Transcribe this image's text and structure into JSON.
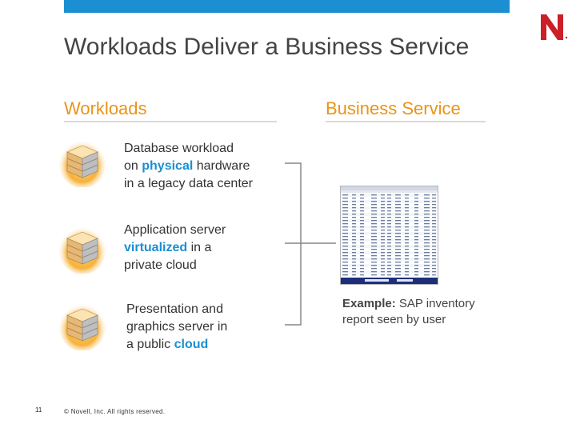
{
  "colors": {
    "accent_blue": "#1b8fd1",
    "heading_orange": "#e8941a",
    "logo_red": "#cc1f27"
  },
  "logo": {
    "icon": "novell-n-logo",
    "letter": "N"
  },
  "slide": {
    "title": "Workloads Deliver a Business Service",
    "left_heading": "Workloads",
    "right_heading": "Business Service"
  },
  "workloads": [
    {
      "icon": "server-stack-icon",
      "line1": "Database workload",
      "line2_pre": "on ",
      "line2_hl": "physical",
      "line2_post": " hardware",
      "line3": "in a legacy data center"
    },
    {
      "icon": "server-stack-icon",
      "line1": "Application server",
      "line2_hl": "virtualized",
      "line2_post": " in a",
      "line3": "private cloud"
    },
    {
      "icon": "server-stack-icon",
      "line1": "Presentation and",
      "line2": "graphics server in",
      "line3_pre": "a public ",
      "line3_hl": "cloud"
    }
  ],
  "report": {
    "icon": "sap-report-screenshot",
    "rows": 26
  },
  "example": {
    "label": "Example:",
    "text": " SAP inventory report seen by user"
  },
  "footer": {
    "page_number": "11",
    "copyright": "© Novell, Inc. All rights reserved."
  }
}
